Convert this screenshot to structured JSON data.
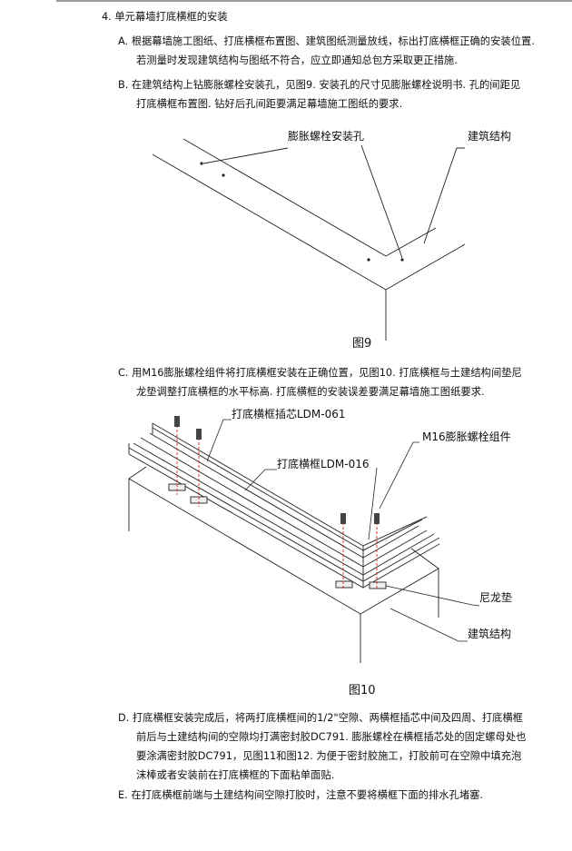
{
  "section": {
    "heading": "4. 单元幕墙打底横框的安装",
    "items": [
      {
        "lines": [
          "A. 根据幕墙施工图纸、打底横框布置图、建筑图纸测量放线，标出打底横框正确的安装位置.",
          "若测量时发现建筑结构与图纸不符合，应立即通知总包方采取更正措施."
        ]
      },
      {
        "lines": [
          "B. 在建筑结构上钻膨胀螺栓安装孔，见图9. 安装孔的尺寸见膨胀螺栓说明书. 孔的间距见",
          "打底横框布置图. 钻好后孔间距要满足幕墙施工图纸的要求."
        ]
      },
      {
        "lines": [
          "C. 用M16膨胀螺栓组件将打底横框安装在正确位置，见图10. 打底横框与土建结构间垫尼",
          "龙垫调整打底横框的水平标高. 打底横框的安装误差要满足幕墙施工图纸要求."
        ]
      },
      {
        "lines": [
          "D. 打底横框安装完成后，将两打底横框间的1/2\"空隙、两横框插芯中间及四周、打底横框",
          "前后与土建结构间的空隙均打满密封胶DC791. 膨胀螺栓在横框插芯处的固定螺母处也",
          "要涂满密封胶DC791，见图11和图12. 为便于密封胶施工，打胶前可在空隙中填充泡",
          "沫棒或者安装前在打底横框的下面粘单面贴."
        ]
      },
      {
        "lines": [
          "E. 在打底横框前端与土建结构间空隙打胶时，注意不要将横框下面的排水孔堵塞."
        ]
      }
    ]
  },
  "figure9": {
    "caption": "图9",
    "label_holes": "膨胀螺栓安装孔",
    "label_structure": "建筑结构"
  },
  "figure10": {
    "caption": "图10",
    "label_insert": "打底横框插芯LDM-061",
    "label_frame": "打底横框LDM-016",
    "label_bolt": "M16膨胀螺栓组件",
    "label_pad": "尼龙垫",
    "label_structure": "建筑结构",
    "bolt_color": "#d42020"
  }
}
